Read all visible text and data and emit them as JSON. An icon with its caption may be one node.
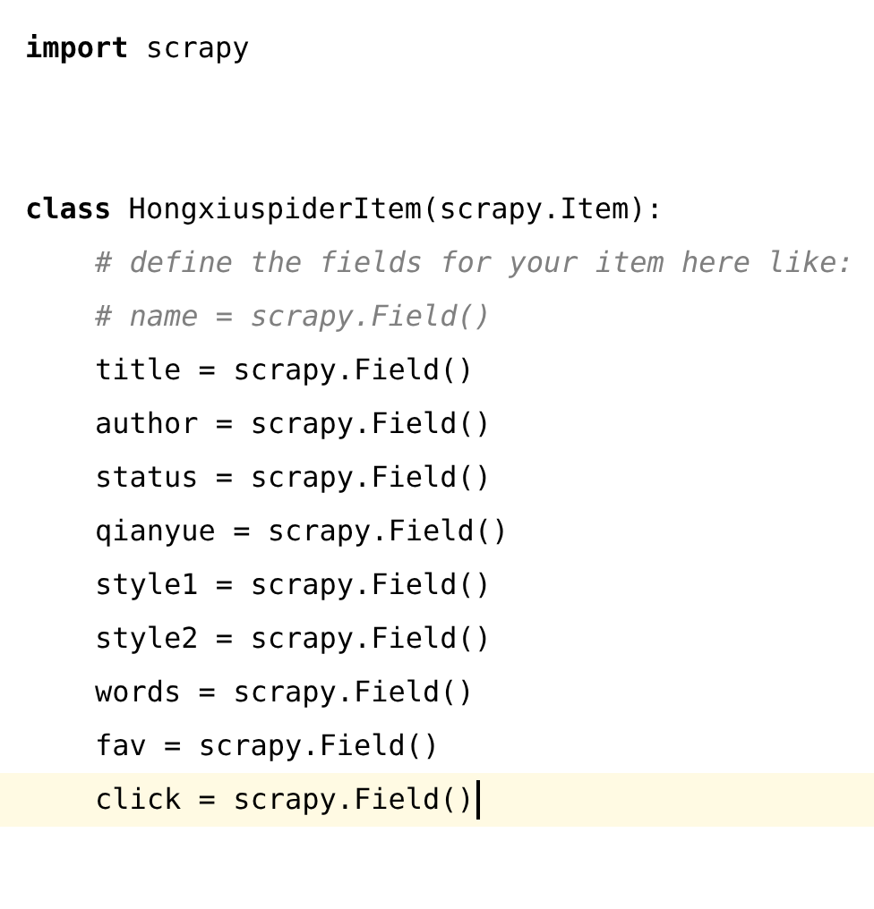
{
  "diagram": {
    "labels": [
      "**import** scrapy",
      "**class** HongxiuspiderItem(scrapy.Item):",
      "# define the fields for your item here like:",
      "# name = scrapy.Field()",
      "title = scrapy.Field()",
      "author = scrapy.Field()",
      "status = scrapy.Field()",
      "qianyue = scrapy.Field()",
      "style1 = scrapy.Field()",
      "style2 = scrapy.Field()",
      "words = scrapy.Field()",
      "fav = scrapy.Field()",
      "click = scrapy.Field()"
    ]
  }
}
